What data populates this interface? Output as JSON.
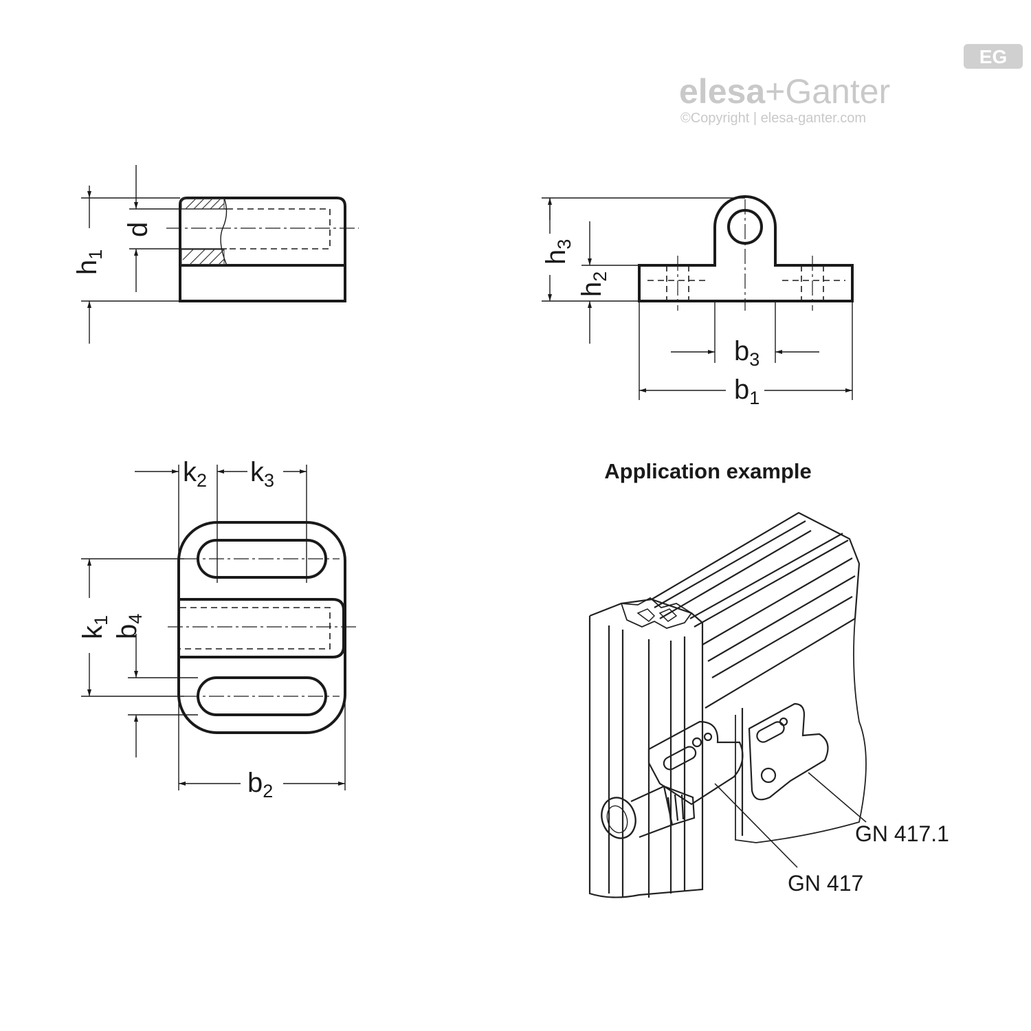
{
  "logo": {
    "badge": "EG",
    "brand_left": "elesa",
    "brand_plus": "+",
    "brand_right": "Ganter",
    "copyright": "©Copyright | elesa-ganter.com"
  },
  "dimensions": {
    "h1": {
      "base": "h",
      "sub": "1"
    },
    "d": {
      "base": "d",
      "sub": ""
    },
    "h2": {
      "base": "h",
      "sub": "2"
    },
    "h3": {
      "base": "h",
      "sub": "3"
    },
    "b1": {
      "base": "b",
      "sub": "1"
    },
    "b2": {
      "base": "b",
      "sub": "2"
    },
    "b3": {
      "base": "b",
      "sub": "3"
    },
    "b4": {
      "base": "b",
      "sub": "4"
    },
    "k1": {
      "base": "k",
      "sub": "1"
    },
    "k2": {
      "base": "k",
      "sub": "2"
    },
    "k3": {
      "base": "k",
      "sub": "3"
    }
  },
  "application": {
    "title": "Application example",
    "labels": {
      "gn417_1": "GN 417.1",
      "gn417": "GN 417"
    }
  }
}
